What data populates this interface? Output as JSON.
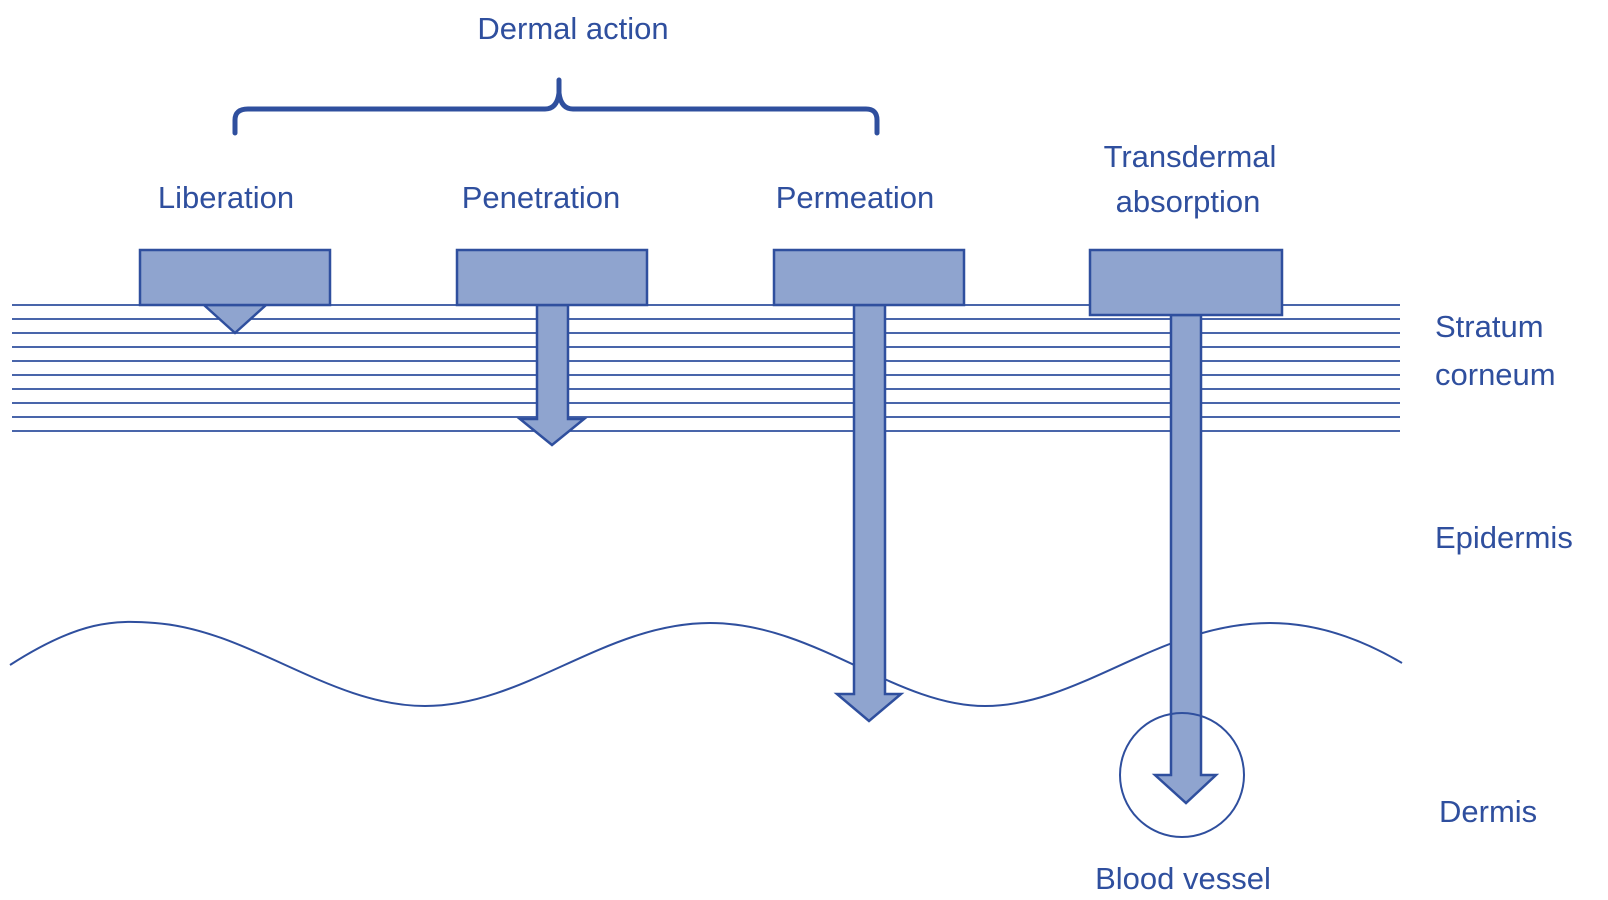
{
  "diagram": {
    "group_label": "Dermal action",
    "stages": [
      {
        "label": "Liberation"
      },
      {
        "label": "Penetration"
      },
      {
        "label": "Permeation"
      },
      {
        "label_line1": "Transdermal",
        "label_line2": "absorption"
      }
    ],
    "layers": {
      "stratum_line1": "Stratum",
      "stratum_line2": "corneum",
      "epidermis": "Epidermis",
      "dermis": "Dermis"
    },
    "blood_vessel": "Blood vessel",
    "colors": {
      "stroke": "#2f4f9e",
      "fill": "#8fa4cf",
      "text": "#2f4f9e"
    }
  }
}
